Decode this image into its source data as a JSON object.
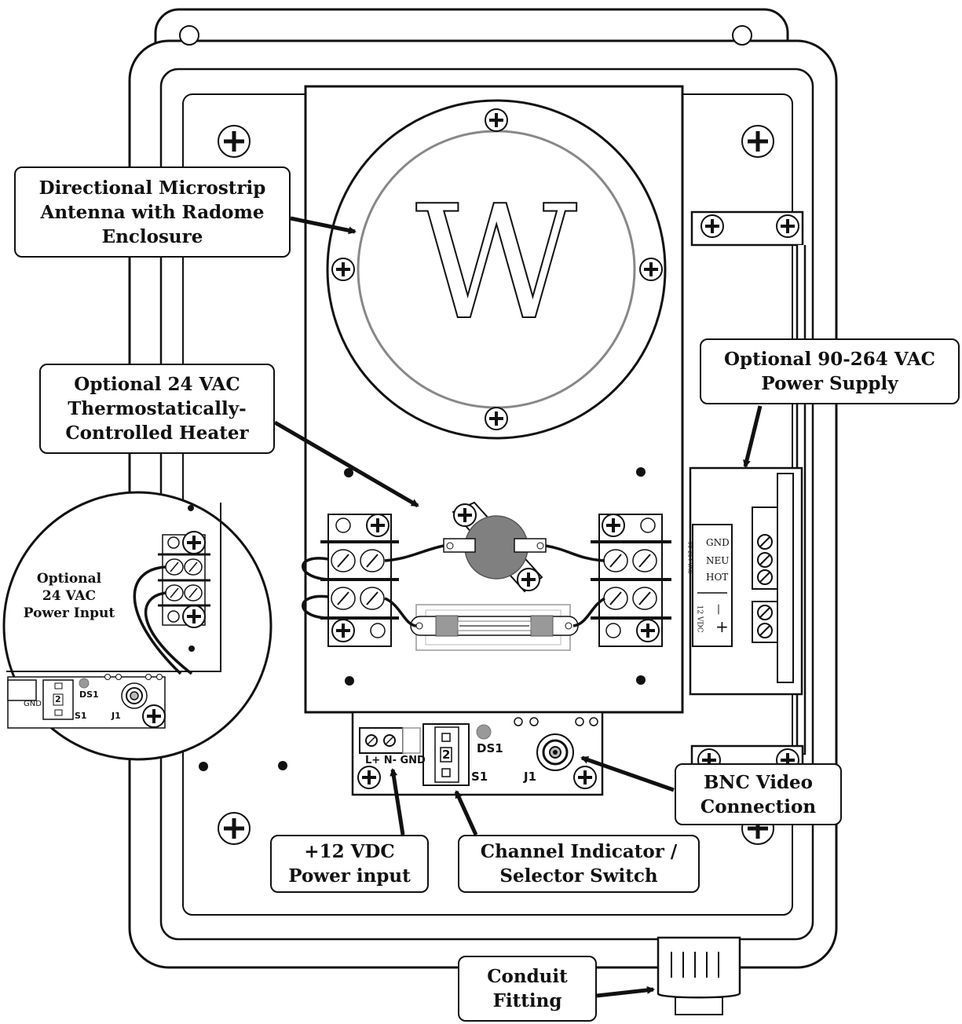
{
  "callouts": {
    "antenna": [
      "Directional Microstrip",
      "Antenna with Radome",
      "Enclosure"
    ],
    "heater": [
      "Optional  24 VAC",
      "Thermostatically-",
      "Controlled Heater"
    ],
    "power_supply": [
      "Optional 90-264 VAC",
      "Power Supply"
    ],
    "bnc": [
      "BNC Video",
      "Connection"
    ],
    "dc_input": [
      "+12 VDC",
      "Power input"
    ],
    "channel": [
      "Channel  Indicator /",
      "Selector Switch"
    ],
    "conduit": [
      "Conduit",
      "Fitting"
    ]
  },
  "inset": {
    "title": [
      "Optional",
      "24 VAC",
      "Power Input"
    ],
    "gnd": "GND",
    "switch_digit": "2",
    "ds1": "DS1",
    "s1": "S1",
    "j1": "J1"
  },
  "board": {
    "terminals": "L+ N- GND",
    "switch_digit": "2",
    "ds1": "DS1",
    "s1": "S1",
    "j1": "J1"
  },
  "psu": {
    "gnd": "GND",
    "neu": "NEU",
    "hot": "HOT",
    "vac_label": "90-264 VAC",
    "vdc_label": "12 VDC",
    "minus": "—",
    "plus": "+"
  },
  "logo_letter": "W",
  "colors": {
    "line": "#111111",
    "gray": "#808080",
    "fill": "#ffffff"
  }
}
